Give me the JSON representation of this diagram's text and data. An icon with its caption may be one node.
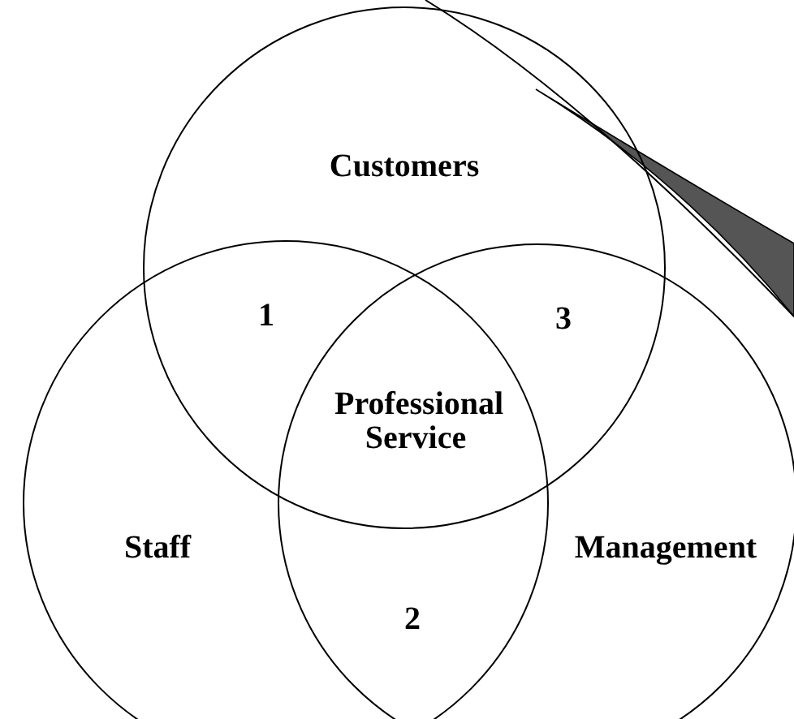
{
  "diagram": {
    "nodes": [
      {
        "text": [
          "Customers"
        ]
      },
      {
        "text": [
          "Staff"
        ]
      },
      {
        "text": [
          "Management"
        ]
      }
    ],
    "edges": [],
    "labels": [
      "1",
      "3",
      "Professional Service",
      "2"
    ]
  }
}
